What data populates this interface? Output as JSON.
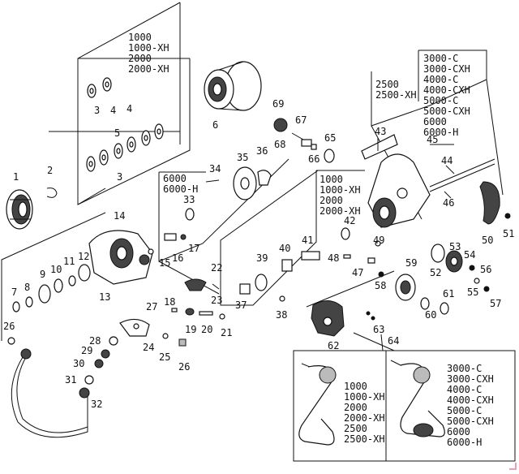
{
  "parts": [
    "1",
    "2",
    "3",
    "4",
    "5",
    "6",
    "7",
    "8",
    "9",
    "10",
    "11",
    "12",
    "13",
    "14",
    "15",
    "16",
    "17",
    "18",
    "19",
    "20",
    "21",
    "22",
    "23",
    "24",
    "25",
    "26",
    "27",
    "28",
    "29",
    "30",
    "31",
    "32",
    "33",
    "34",
    "35",
    "36",
    "37",
    "38",
    "39",
    "40",
    "41",
    "42",
    "43",
    "44",
    "45",
    "46",
    "47",
    "48",
    "49",
    "50",
    "51",
    "52",
    "53",
    "54",
    "55",
    "56",
    "57",
    "58",
    "59",
    "60",
    "61",
    "62",
    "63",
    "64",
    "65",
    "66",
    "67",
    "68",
    "69"
  ],
  "parts_extra": {
    "p3b": "3",
    "p4b": "4",
    "p26b": "26"
  },
  "spool_models": [
    "1000",
    "1000-XH",
    "2000",
    "2000-XH"
  ],
  "bail_models_small": [
    "1000",
    "1000-XH",
    "2000",
    "2000-XH"
  ],
  "large_models_a": [
    "6000",
    "6000-H"
  ],
  "body_models_2500": [
    "2500",
    "2500-XH"
  ],
  "body_models_large": [
    "3000-C",
    "3000-CXH",
    "4000-C",
    "4000-CXH",
    "5000-C",
    "5000-CXH",
    "6000",
    "6000-H"
  ],
  "handle_models_left": [
    "1000",
    "1000-XH",
    "2000",
    "2000-XH",
    "2500",
    "2500-XH"
  ],
  "handle_models_right": [
    "3000-C",
    "3000-CXH",
    "4000-C",
    "4000-CXH",
    "5000-C",
    "5000-CXH",
    "6000",
    "6000-H"
  ],
  "colors": {
    "line": "#111111",
    "background": "#ffffff",
    "corner_mark": "#e9a0b8"
  }
}
